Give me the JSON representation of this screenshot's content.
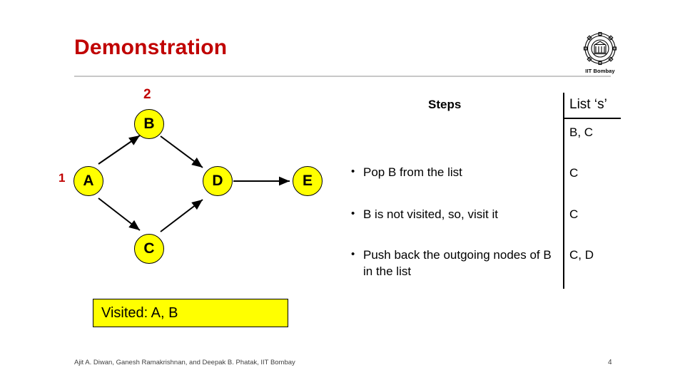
{
  "slide": {
    "title": "Demonstration",
    "page_number": "4",
    "footer": "Ajit A. Diwan, Ganesh Ramakrishnan, and Deepak B. Phatak, IIT Bombay"
  },
  "logo": {
    "caption": "IIT Bombay",
    "icon": "iit-bombay-gear-logo"
  },
  "graph": {
    "nodes": [
      {
        "id": "a",
        "label": "A"
      },
      {
        "id": "b",
        "label": "B"
      },
      {
        "id": "c",
        "label": "C"
      },
      {
        "id": "d",
        "label": "D"
      },
      {
        "id": "e",
        "label": "E"
      }
    ],
    "order_labels": [
      {
        "id": "label-1",
        "text": "1"
      },
      {
        "id": "label-2",
        "text": "2"
      }
    ],
    "node_fill": "#FFFF00",
    "label_color": "#C00000",
    "edges": [
      "A->B",
      "A->C",
      "B->D",
      "C->D",
      "D->E"
    ]
  },
  "visited": {
    "text": "Visited: A, B",
    "background": "#FFFF00"
  },
  "table": {
    "steps_header": "Steps",
    "list_header": "List ‘s’",
    "rows": [
      {
        "step": "",
        "list": "B, C"
      },
      {
        "step": "Pop B from the list",
        "list": "C"
      },
      {
        "step": "B is not visited, so, visit it",
        "list": "C"
      },
      {
        "step": "Push back the outgoing nodes of B in the list",
        "list": "C, D"
      }
    ],
    "bullet": "•"
  },
  "colors": {
    "title": "#C00000",
    "accent_yellow": "#FFFF00",
    "rule": "#c8c8c8"
  }
}
